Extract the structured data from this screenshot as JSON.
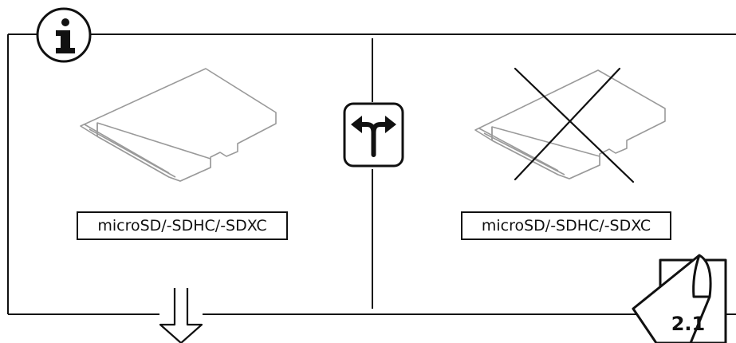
{
  "left_panel": {
    "label": "microSD/-SDHC/-SDXC",
    "status": "compatible"
  },
  "right_panel": {
    "label": "microSD/-SDHC/-SDXC",
    "status": "not-compatible"
  },
  "step": {
    "number": "2.1"
  },
  "colors": {
    "line": "#111111",
    "card_outline": "#9a9a9a",
    "background": "#ffffff"
  },
  "icons": [
    "info-icon",
    "fork-arrows-icon",
    "cross-icon",
    "down-arrow-icon",
    "page-turn-icon"
  ]
}
